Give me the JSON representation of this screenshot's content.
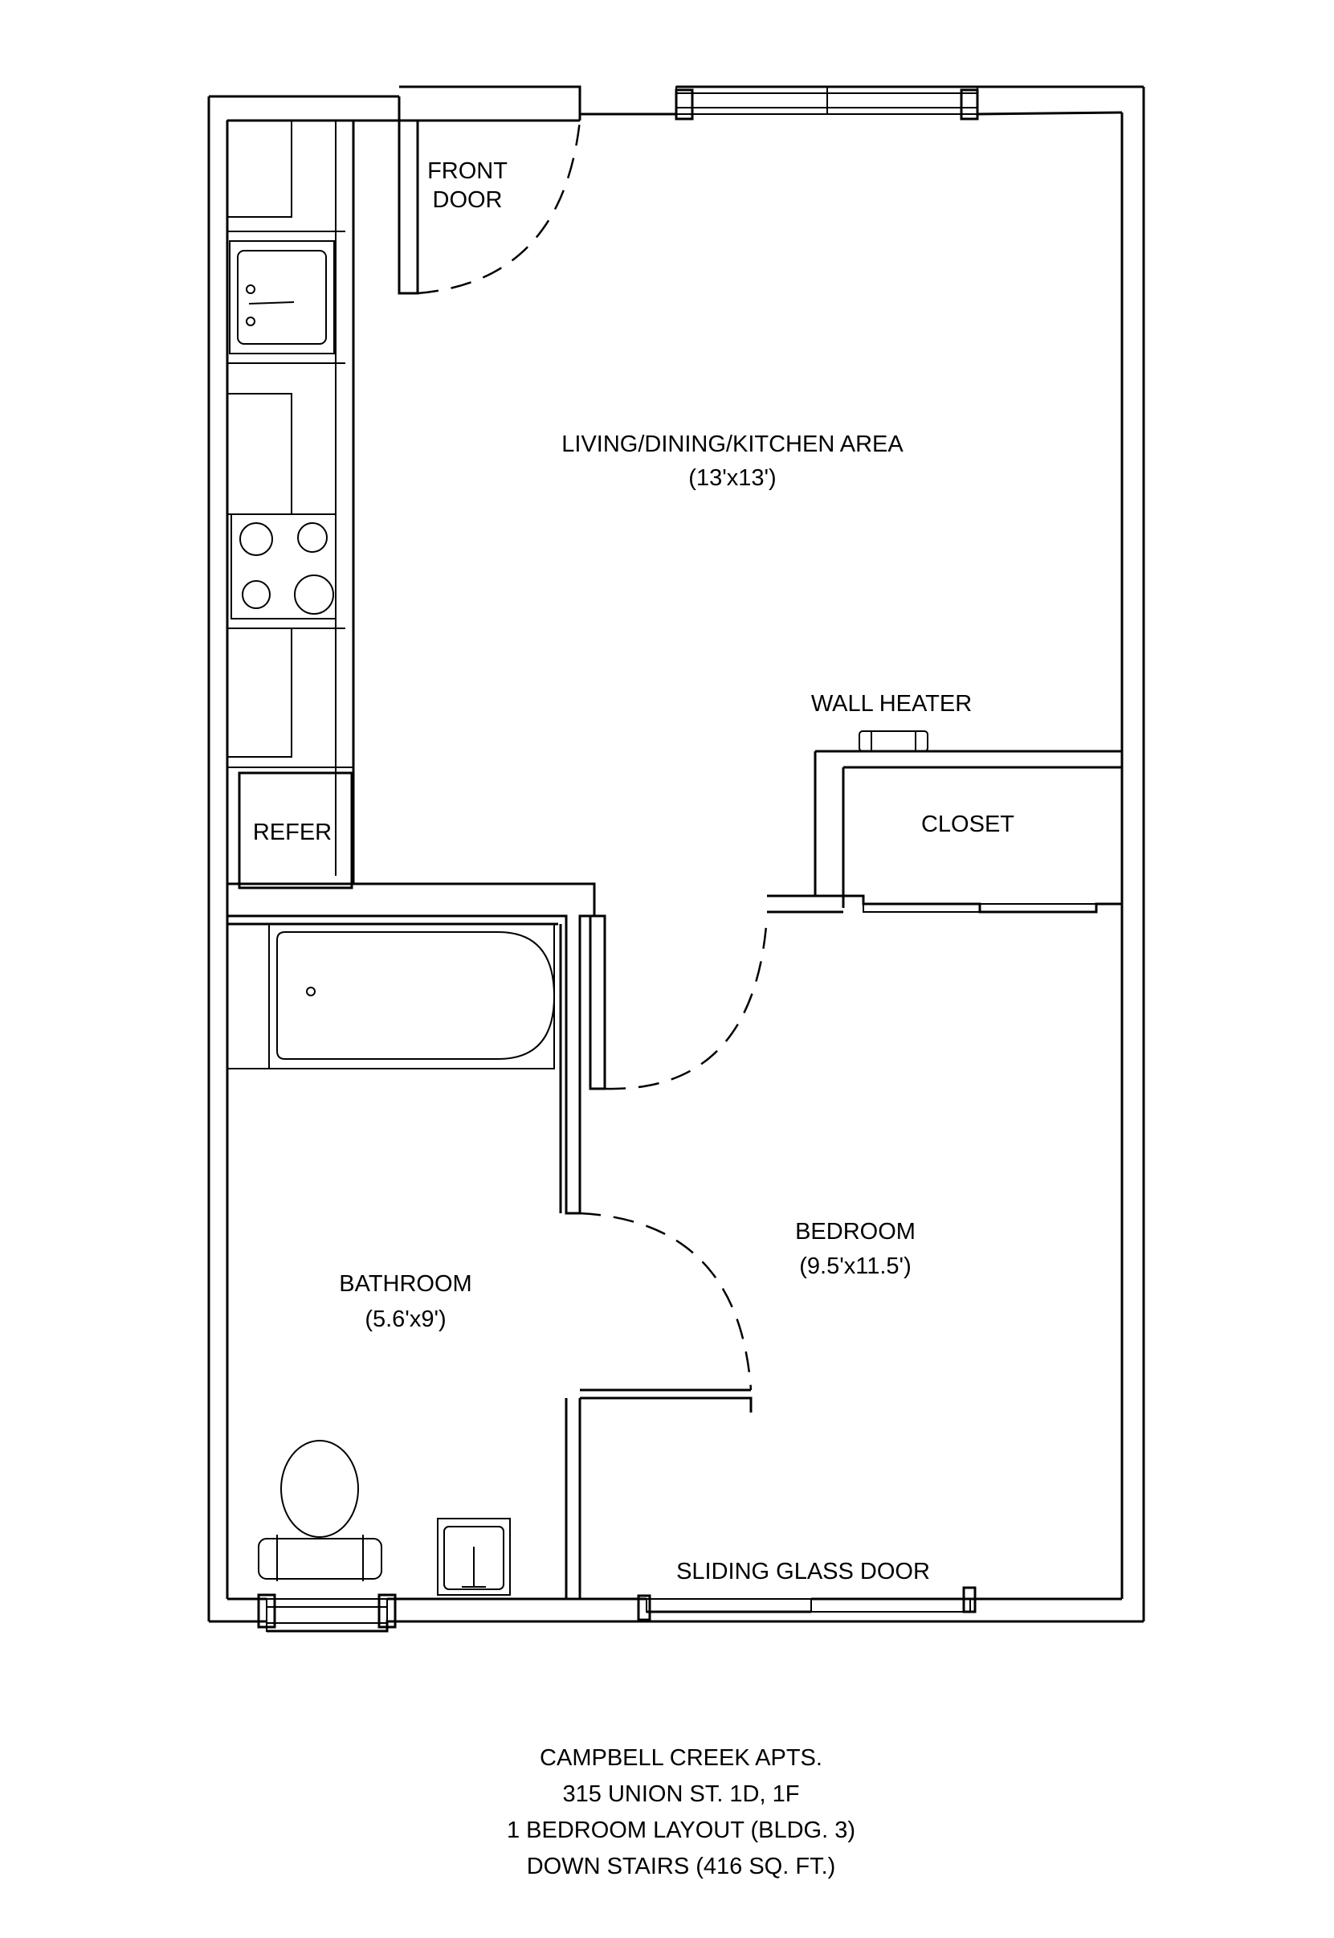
{
  "rooms": {
    "front_door": [
      "FRONT",
      "DOOR"
    ],
    "living": [
      "LIVING/DINING/KITCHEN AREA",
      "(13'x13')"
    ],
    "wall_heater": "WALL HEATER",
    "closet": "CLOSET",
    "refer": "REFER",
    "bedroom": [
      "BEDROOM",
      "(9.5'x11.5')"
    ],
    "bathroom": [
      "BATHROOM",
      "(5.6'x9')"
    ],
    "sliding_door": "SLIDING GLASS DOOR"
  },
  "caption": [
    "CAMPBELL CREEK APTS.",
    "315 UNION ST. 1D, 1F",
    "1 BEDROOM LAYOUT (BLDG. 3)",
    "DOWN STAIRS (416 SQ. FT.)"
  ],
  "colors": {
    "ink": "#000000",
    "paper": "#ffffff"
  }
}
